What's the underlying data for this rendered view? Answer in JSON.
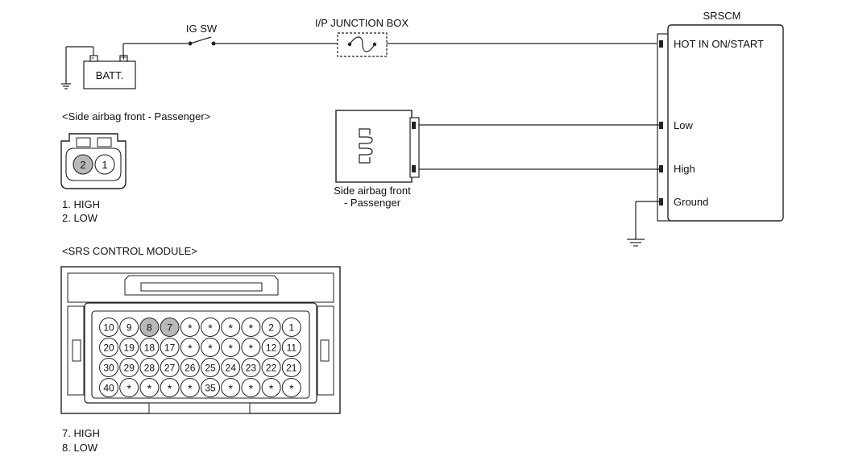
{
  "labels": {
    "ig_sw": "IG SW",
    "junction_box": "I/P JUNCTION BOX",
    "batt": "BATT.",
    "batt_neg": "-",
    "batt_pos": "+",
    "srscm": "SRSCM",
    "hot_in": "HOT IN ON/START",
    "low": "Low",
    "high": "High",
    "ground": "Ground",
    "side_airbag_line1": "Side airbag front",
    "side_airbag_line2": "- Passenger"
  },
  "side_connector": {
    "title": "<Side airbag front - Passenger>",
    "pins": [
      "2",
      "1"
    ],
    "legend": [
      "1. HIGH",
      "2. LOW"
    ]
  },
  "srs_module": {
    "title": "<SRS CONTROL MODULE>",
    "rows": [
      [
        "10",
        "9",
        "8",
        "7",
        "*",
        "*",
        "*",
        "*",
        "2",
        "1"
      ],
      [
        "20",
        "19",
        "18",
        "17",
        "*",
        "*",
        "*",
        "*",
        "12",
        "11"
      ],
      [
        "30",
        "29",
        "28",
        "27",
        "26",
        "25",
        "24",
        "23",
        "22",
        "21"
      ],
      [
        "40",
        "*",
        "*",
        "*",
        "*",
        "35",
        "*",
        "*",
        "*",
        "*"
      ]
    ],
    "highlighted": [
      "8",
      "7"
    ],
    "legend": [
      "7. HIGH",
      "8. LOW"
    ]
  }
}
